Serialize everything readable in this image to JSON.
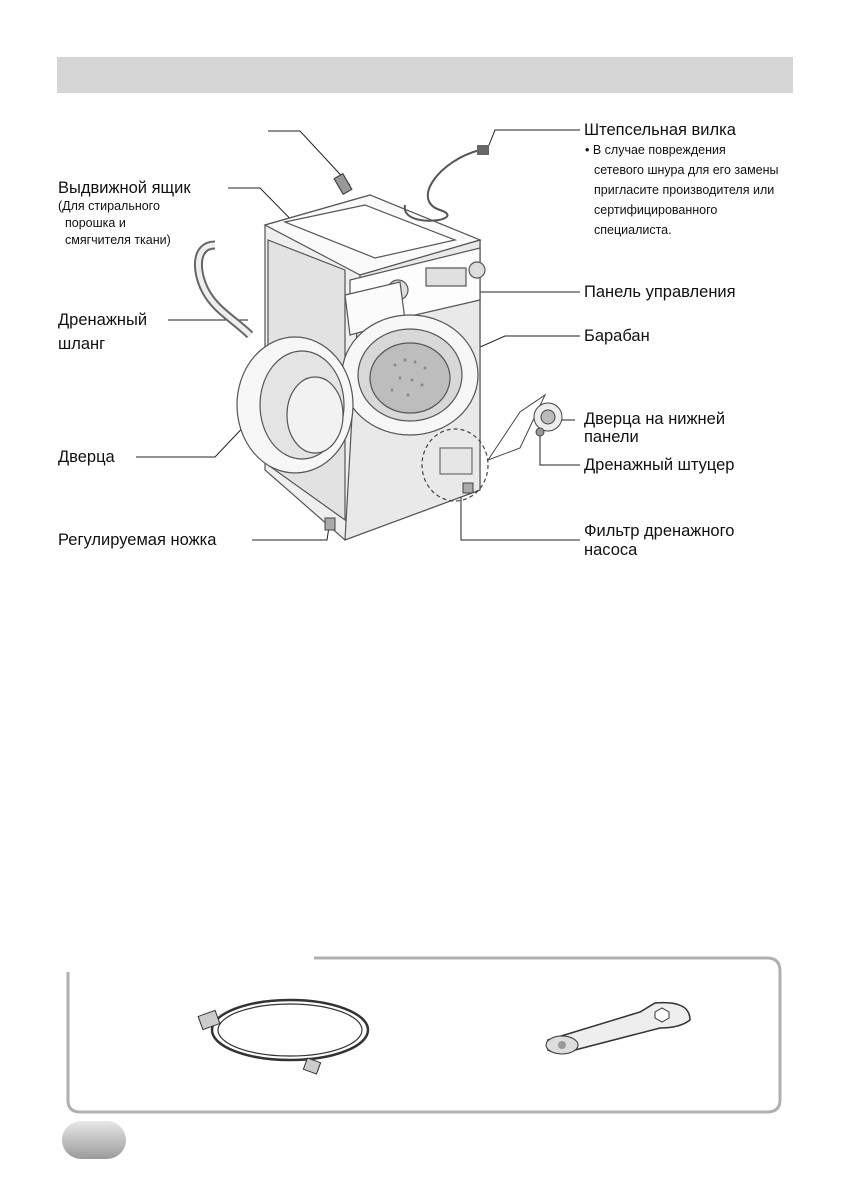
{
  "labels": {
    "plug": "Штепсельная вилка",
    "plug_note": [
      "• В случае повреждения",
      "сетевого шнура для его замены",
      "пригласите производителя или",
      "сертифицированного",
      "специалиста."
    ],
    "drawer": "Выдвижной ящик",
    "drawer_note": [
      "(Для стирального",
      "порошка и",
      "смягчителя ткани)"
    ],
    "drain_hose": [
      "Дренажный",
      "шланг"
    ],
    "control_panel": "Панель управления",
    "drum": "Барабан",
    "lower_door": [
      "Дверца на нижней",
      "панели"
    ],
    "drain_plug": "Дренажный штуцер",
    "door": "Дверца",
    "leg": "Регулируемая ножка",
    "pump_filter": [
      "Фильтр дренажного",
      "насоса"
    ]
  },
  "accessories": {
    "items": [
      "inlet-hose-icon",
      "spanner-icon"
    ]
  },
  "colors": {
    "header": "#d5d5d5",
    "box_border": "#b0b0b0"
  }
}
